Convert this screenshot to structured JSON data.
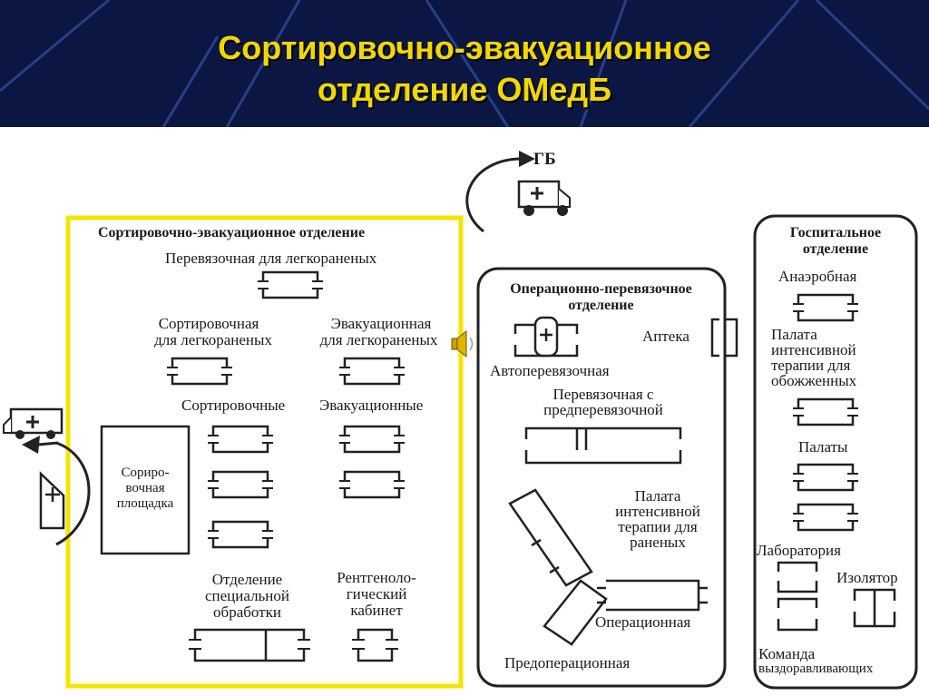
{
  "slide": {
    "title_line1": "Сортировочно-эвакуационное",
    "title_line2": "отделение ОМедБ"
  },
  "colors": {
    "header_bg": "#0b1742",
    "title_color": "#f2d700",
    "highlight_frame": "#f2e600"
  },
  "icons": [
    "ambulance-icon",
    "speaker-icon",
    "medical-tent-icon"
  ],
  "diagram": {
    "gb_label": "ГБ",
    "sorting_evac": {
      "title": "Сортировочно-эвакуационное отделение",
      "dressing_light": "Перевязочная для легкораненых",
      "sorting_light_1": "Сортировочная",
      "sorting_light_2": "для легкораненых",
      "evac_light_1": "Эвакуационная",
      "evac_light_2": "для легкораненых",
      "sorting_rooms": "Сортировочные",
      "evac_rooms": "Эвакуационные",
      "sorting_area_1": "Сориро-",
      "sorting_area_2": "вочная",
      "sorting_area_3": "площадка",
      "special_1": "Отделение",
      "special_2": "специальной",
      "special_3": "обработки",
      "xray_1": "Рентгеноло-",
      "xray_2": "гический",
      "xray_3": "кабинет"
    },
    "operating": {
      "title_1": "Операционно-перевязочное",
      "title_2": "отделение",
      "pharmacy": "Аптека",
      "auto_dressing": "Автоперевязочная",
      "dressing_pre_1": "Перевязочная с",
      "dressing_pre_2": "предперевязочной",
      "icu_1": "Палата",
      "icu_2": "интенсивной",
      "icu_3": "терапии для",
      "icu_4": "раненых",
      "operating_room": "Операционная",
      "preoperating": "Предоперационная"
    },
    "hospital": {
      "title_1": "Госпитальное",
      "title_2": "отделение",
      "anaerobic": "Анаэробная",
      "burn_icu_1": "Палата",
      "burn_icu_2": "интенсивной",
      "burn_icu_3": "терапии для",
      "burn_icu_4": "обожженных",
      "wards": "Палаты",
      "laboratory": "Лаборатория",
      "isolator": "Изолятор",
      "team_1": "Команда",
      "team_2": "выздоравливающих"
    }
  }
}
